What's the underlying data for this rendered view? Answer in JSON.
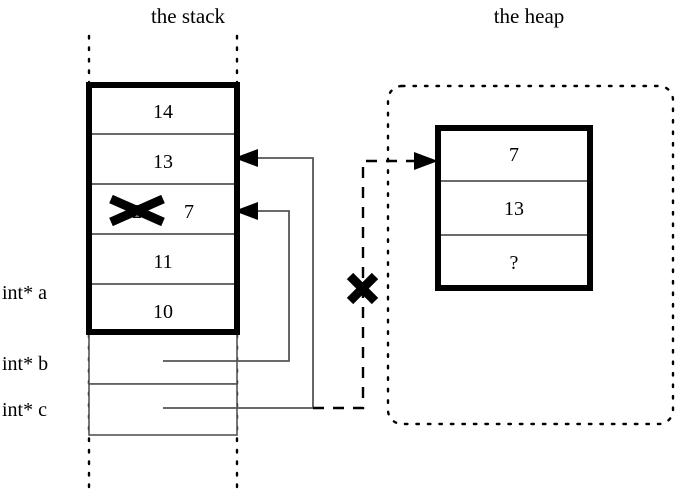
{
  "diagram": {
    "title_stack": "the stack",
    "title_heap": "the heap",
    "colors": {
      "ink": "#000000",
      "background": "#ffffff",
      "thin_rule": "#555555"
    }
  },
  "stack": {
    "label": "the stack",
    "frame_cells": [
      {
        "value": "14"
      },
      {
        "value": "13"
      },
      {
        "value": "12",
        "struck_out": true,
        "replacement": "7"
      },
      {
        "value": "11"
      },
      {
        "value": "10"
      }
    ],
    "pointer_vars": [
      {
        "label": "int* a"
      },
      {
        "label": "int* b"
      },
      {
        "label": "int* c"
      }
    ]
  },
  "heap": {
    "label": "the heap",
    "cells": [
      {
        "value": "7"
      },
      {
        "value": "13"
      },
      {
        "value": "?"
      }
    ]
  },
  "annotations": {
    "cancelled_value_mark": "x-strikeout",
    "broken_pointer_mark": "x-invalidated"
  }
}
